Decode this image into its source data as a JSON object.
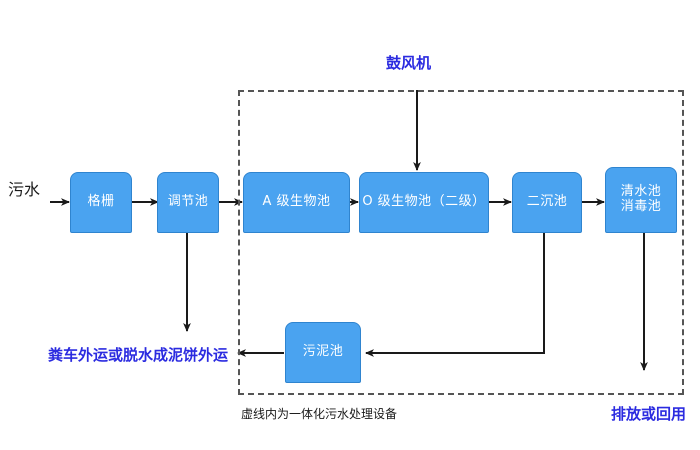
{
  "diagram": {
    "title_label": "鼓风机",
    "inlet_label": "污水",
    "caption": "虚线内为一体化污水处理设备",
    "sludge_output_label": "粪车外运或脱水成泥饼外运",
    "effluent_output_label": "排放或回用",
    "colors": {
      "node_fill": "#4aa3f0",
      "node_stroke": "#2f84cf",
      "node_text": "#ffffff",
      "blue_text": "#2b2be0",
      "black_text": "#1a1a1a",
      "wire": "#1a1a1a",
      "dash_border": "#555555"
    },
    "nodes": [
      {
        "id": "grille",
        "label": "格栅",
        "label2": ""
      },
      {
        "id": "regulating",
        "label": "调节池",
        "label2": ""
      },
      {
        "id": "a-tank",
        "label": "A 级生物池",
        "label2": ""
      },
      {
        "id": "o-tank",
        "label": "O 级生物池（二级）",
        "label2": ""
      },
      {
        "id": "clarifier",
        "label": "二沉池",
        "label2": ""
      },
      {
        "id": "clearwater",
        "label": "清水池",
        "label2": "消毒池"
      },
      {
        "id": "sludge",
        "label": "污泥池",
        "label2": ""
      }
    ]
  }
}
